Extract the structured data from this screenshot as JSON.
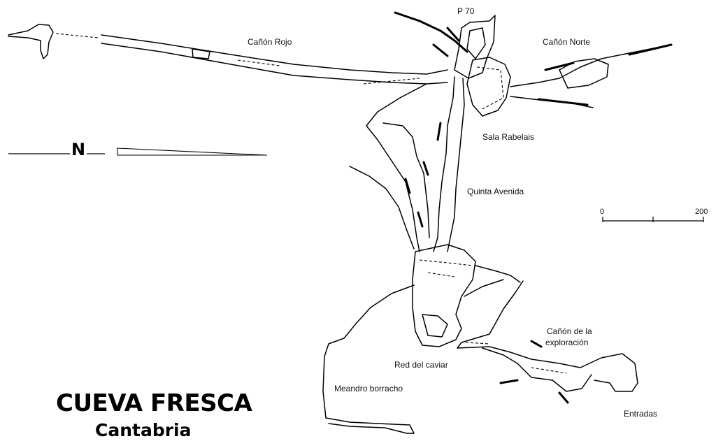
{
  "map": {
    "title": "CUEVA FRESCA",
    "subtitle": "Cantabria",
    "north_label": "N",
    "scale": {
      "start": "0",
      "end": "200"
    },
    "labels": {
      "p70": "P 70",
      "canon_rojo": "Cañón Rojo",
      "canon_norte": "Cañón Norte",
      "sala_rabelais": "Sala Rabelais",
      "quinta_avenida": "Quinta Avenida",
      "canon_exploracion_1": "Cañón de la",
      "canon_exploracion_2": "exploración",
      "red_caviar": "Red del caviar",
      "meandro_borracho": "Meandro borracho",
      "entradas": "Entradas"
    }
  }
}
